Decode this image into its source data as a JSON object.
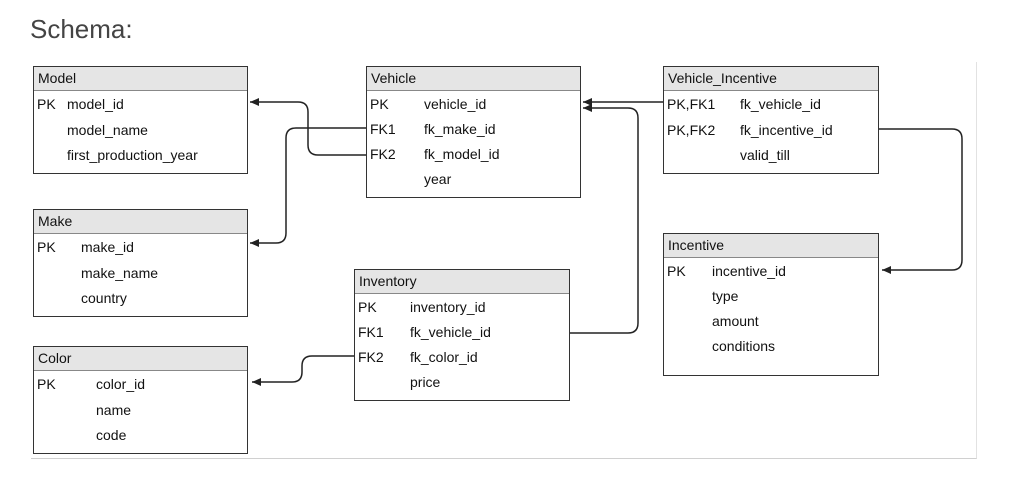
{
  "heading": "Schema:",
  "tables": [
    {
      "id": "model",
      "title": "Model",
      "rows": [
        {
          "key": "PK",
          "field": "model_id"
        },
        {
          "key": "",
          "field": "model_name"
        },
        {
          "key": "",
          "field": "first_production_year"
        }
      ]
    },
    {
      "id": "make",
      "title": "Make",
      "rows": [
        {
          "key": "PK",
          "field": "make_id"
        },
        {
          "key": "",
          "field": "make_name"
        },
        {
          "key": "",
          "field": "country"
        }
      ]
    },
    {
      "id": "color",
      "title": "Color",
      "rows": [
        {
          "key": "PK",
          "field": "color_id"
        },
        {
          "key": "",
          "field": "name"
        },
        {
          "key": "",
          "field": "code"
        }
      ]
    },
    {
      "id": "vehicle",
      "title": "Vehicle",
      "rows": [
        {
          "key": "PK",
          "field": "vehicle_id"
        },
        {
          "key": "FK1",
          "field": "fk_make_id"
        },
        {
          "key": "FK2",
          "field": "fk_model_id"
        },
        {
          "key": "",
          "field": "year"
        }
      ]
    },
    {
      "id": "inventory",
      "title": "Inventory",
      "rows": [
        {
          "key": "PK",
          "field": "inventory_id"
        },
        {
          "key": "FK1",
          "field": "fk_vehicle_id"
        },
        {
          "key": "FK2",
          "field": "fk_color_id"
        },
        {
          "key": "",
          "field": "price"
        }
      ]
    },
    {
      "id": "vehicle-incentive",
      "title": "Vehicle_Incentive",
      "rows": [
        {
          "key": "PK,FK1",
          "field": "fk_vehicle_id"
        },
        {
          "key": "PK,FK2",
          "field": "fk_incentive_id"
        },
        {
          "key": "",
          "field": "valid_till"
        }
      ]
    },
    {
      "id": "incentive",
      "title": "Incentive",
      "rows": [
        {
          "key": "PK",
          "field": "incentive_id"
        },
        {
          "key": "",
          "field": "type"
        },
        {
          "key": "",
          "field": "amount"
        },
        {
          "key": "",
          "field": "conditions"
        }
      ]
    }
  ],
  "relations": [
    {
      "from": "Vehicle.fk_make_id",
      "to": "Make.make_id"
    },
    {
      "from": "Vehicle.fk_model_id",
      "to": "Model.model_id"
    },
    {
      "from": "Inventory.fk_vehicle_id",
      "to": "Vehicle.vehicle_id"
    },
    {
      "from": "Inventory.fk_color_id",
      "to": "Color.color_id"
    },
    {
      "from": "Vehicle_Incentive.fk_vehicle_id",
      "to": "Vehicle.vehicle_id"
    },
    {
      "from": "Vehicle_Incentive.fk_incentive_id",
      "to": "Incentive.incentive_id"
    }
  ]
}
